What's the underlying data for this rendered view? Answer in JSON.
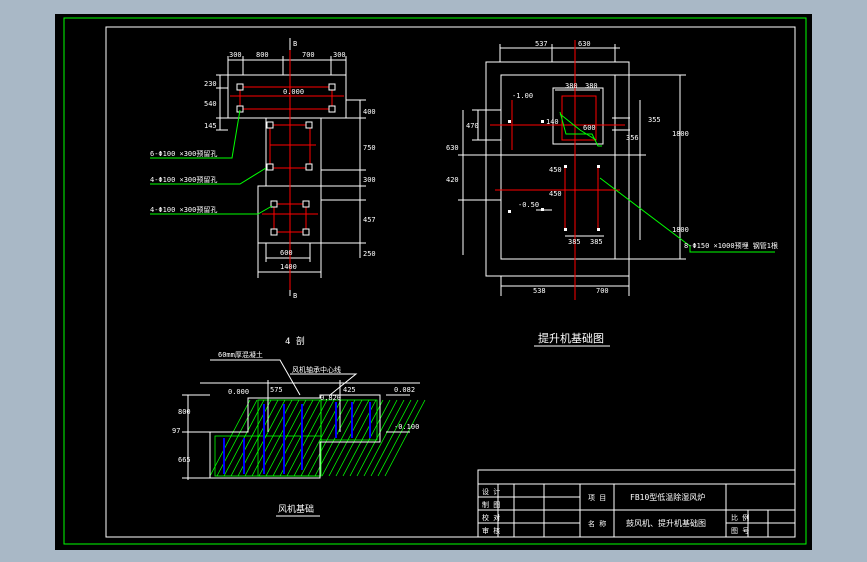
{
  "colors": {
    "workspace": "#a9b8c6",
    "paper": "#000000",
    "frame": "#00ff00",
    "geometry": "#ffffff",
    "centerline": "#ff0000",
    "hatch": "#00ff00",
    "rebar": "#0000ff",
    "text": "#ffffff"
  },
  "plan_view": {
    "section_marks": [
      "B",
      "B"
    ],
    "dims_top": [
      "300",
      "800",
      "700",
      "300"
    ],
    "dims_left": [
      "230",
      "540",
      "145"
    ],
    "dims_right": [
      "400",
      "750",
      "300",
      "457",
      "250"
    ],
    "dims_bottom": [
      "600",
      "1400"
    ],
    "elevation_label": "0.000",
    "callouts": [
      "6-Φ100 ×300预留孔",
      "4-Φ100 ×300预留孔",
      "4-Φ100 ×300预留孔"
    ]
  },
  "hoist_plan": {
    "dims_top": [
      "537",
      "630"
    ],
    "dims_inner_top": [
      "380",
      "380"
    ],
    "dims_left": [
      "470",
      "630",
      "420"
    ],
    "dims_right": [
      "355",
      "356",
      "1800",
      "1800"
    ],
    "dims_inner_right": [
      "140",
      "600"
    ],
    "dims_center": [
      "450",
      "450"
    ],
    "dims_lower": [
      "385",
      "385"
    ],
    "dims_bottom": [
      "538",
      "700"
    ],
    "level_marks": [
      "-1.00",
      "-0.50"
    ],
    "callout": "8-Φ150 ×1000预埋 钢管1根",
    "caption": "提升机基础图"
  },
  "section_view": {
    "mark": "4 剖",
    "top_label": "60mm厚混凝土",
    "axis_label": "风机轴承中心线",
    "dims_left": [
      "800",
      "97",
      "665"
    ],
    "dims_mid": [
      "575",
      "425"
    ],
    "elevations": [
      "0.000",
      "0.082",
      "0.820",
      "-0.100"
    ],
    "caption": "风机基础"
  },
  "title_block": {
    "left_rows": [
      "设 计",
      "制 图",
      "校 对",
      "审 核"
    ],
    "project_label": "项 目",
    "project_name": "FB10型低温除湿风炉",
    "drawing_label": "名 称",
    "drawing_name": "鼓风机、提升机基础图",
    "right_rows": [
      "比 例",
      "图 号"
    ]
  }
}
